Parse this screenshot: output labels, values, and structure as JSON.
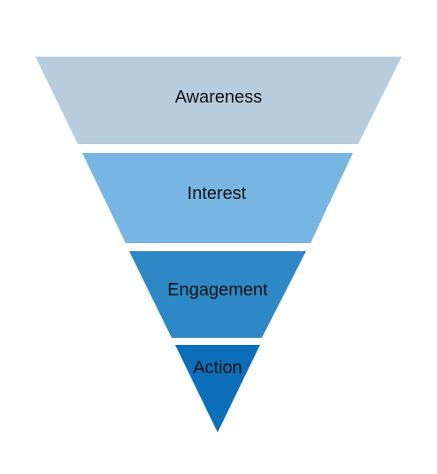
{
  "funnel": {
    "stages": [
      {
        "label": "Awareness",
        "color": "#b7cddd"
      },
      {
        "label": "Interest",
        "color": "#77b5e2"
      },
      {
        "label": "Engagement",
        "color": "#2f88c6"
      },
      {
        "label": "Action",
        "color": "#0b6fba"
      }
    ]
  }
}
